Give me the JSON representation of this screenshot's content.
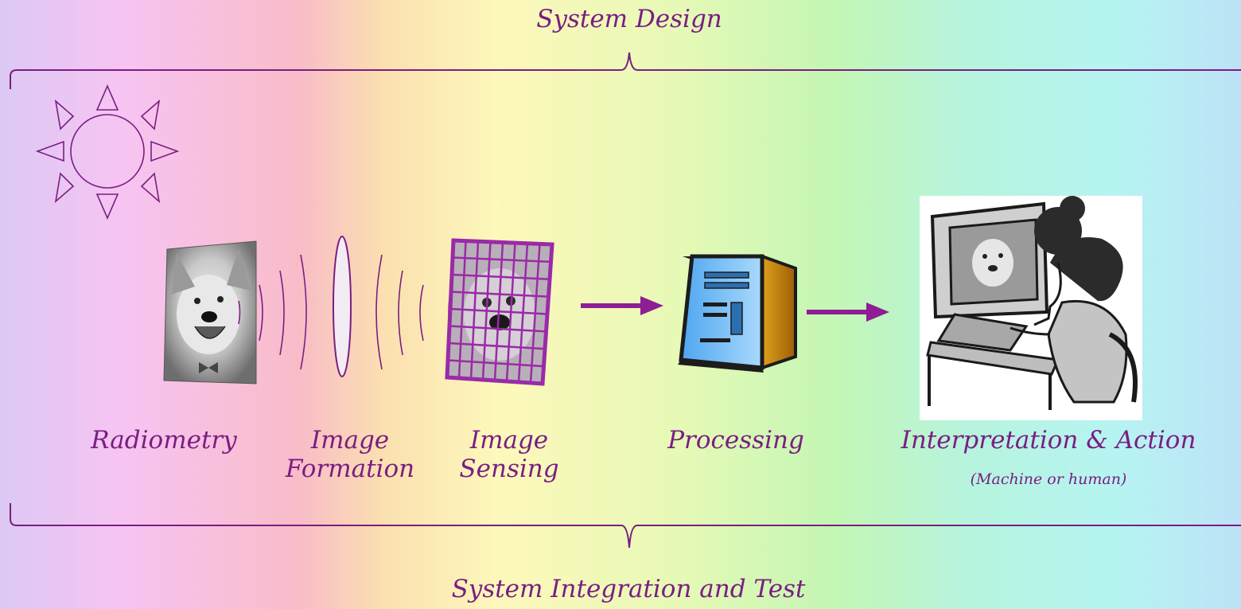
{
  "top_label": "System Design",
  "bottom_label": "System Integration and Test",
  "stages": {
    "radiometry": "Radiometry",
    "image_formation": [
      "Image",
      "Formation"
    ],
    "image_sensing": [
      "Image",
      "Sensing"
    ],
    "processing": "Processing",
    "interpretation": "Interpretation & Action",
    "interpretation_note": "(Machine or human)"
  },
  "colors": {
    "accent": "#7a1e82",
    "arrow": "#8e1e94",
    "sensor_grid": "#9a2aa8"
  },
  "icons": [
    "sun-icon",
    "dog-photo",
    "lens-icon",
    "sensor-grid-icon",
    "computer-tower-icon",
    "person-at-computer-icon",
    "arrow-right-icon"
  ]
}
